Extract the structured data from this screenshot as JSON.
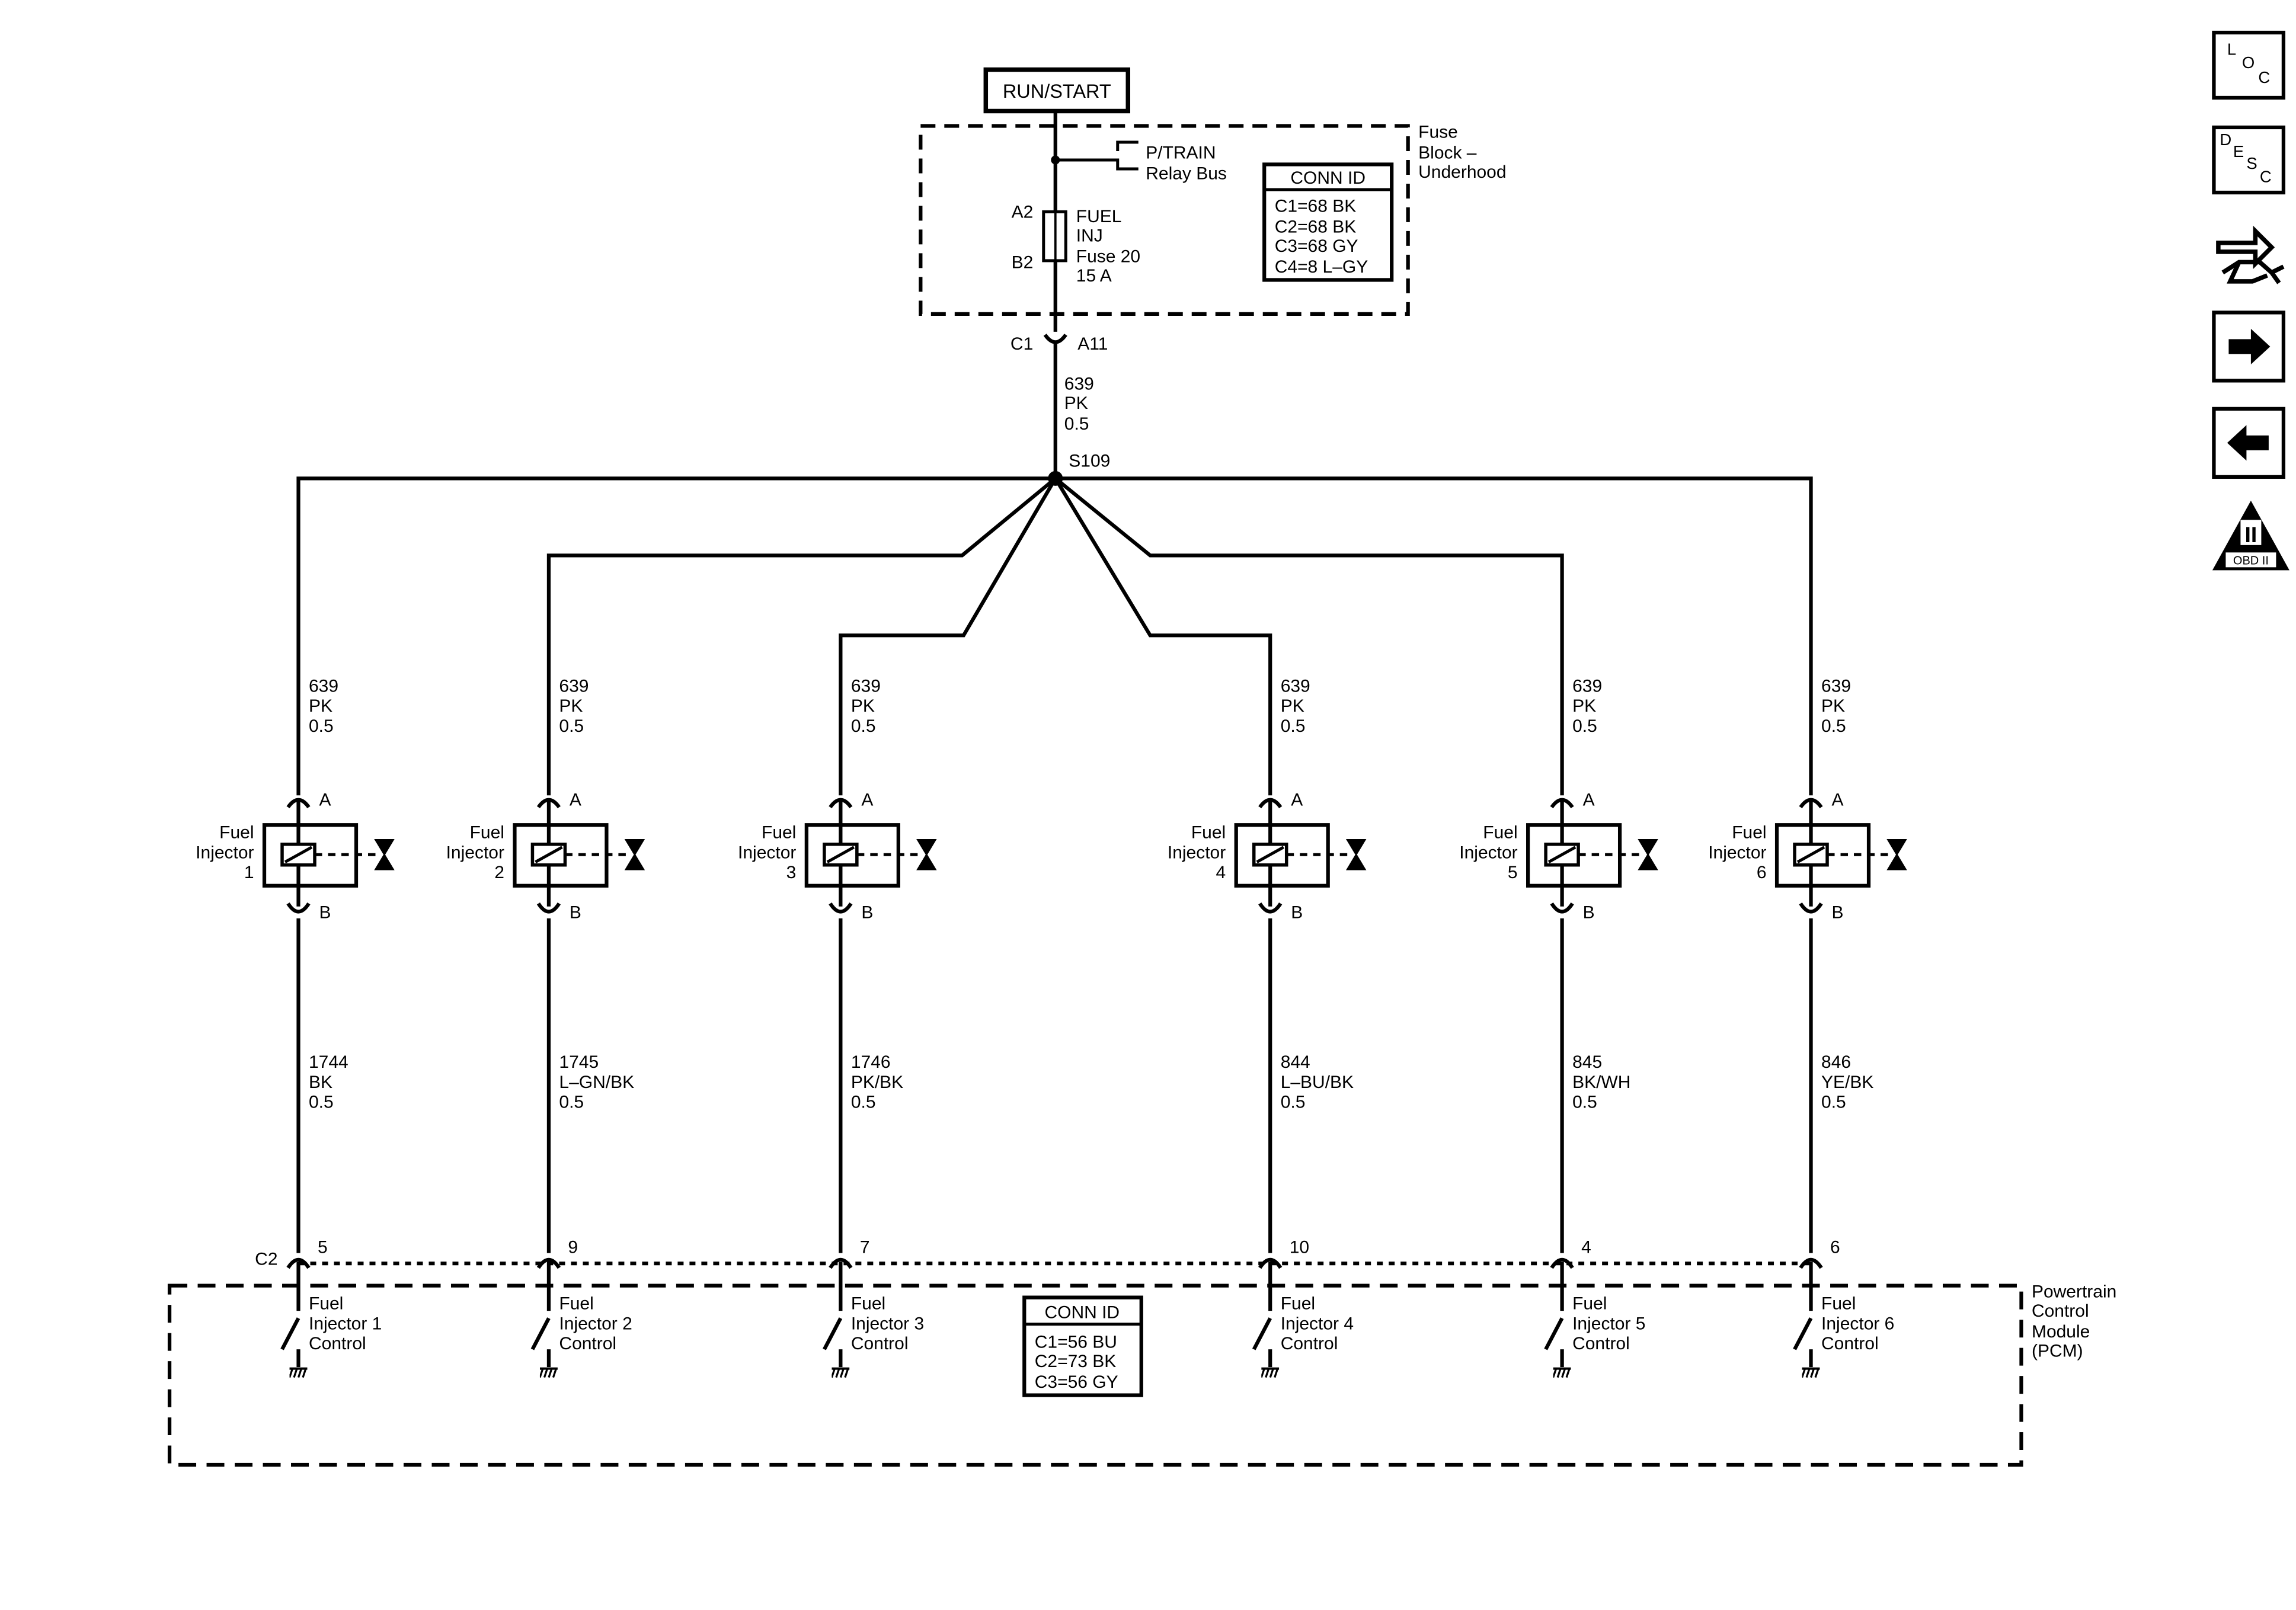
{
  "power": {
    "label": "RUN/START"
  },
  "fuse_block": {
    "name_lines": [
      "Fuse",
      "Block –",
      "Underhood"
    ],
    "bus_lines": [
      "P/TRAIN",
      "Relay Bus"
    ],
    "fuse_pin_top": "A2",
    "fuse_pin_bottom": "B2",
    "fuse_lines": [
      "FUEL",
      "INJ",
      "Fuse 20",
      "15 A"
    ],
    "conn_id": {
      "title": "CONN ID",
      "lines": [
        "C1=68 BK",
        "C2=68 BK",
        "C3=68 GY",
        "C4=8 L–GY"
      ]
    }
  },
  "feed": {
    "connector": "C1",
    "pin": "A11",
    "wire": [
      "639",
      "PK",
      "0.5"
    ],
    "splice": "S109"
  },
  "injectors": [
    {
      "name_lines": [
        "Fuel",
        "Injector",
        "1"
      ],
      "pin_a": "A",
      "pin_b": "B",
      "supply_wire": [
        "639",
        "PK",
        "0.5"
      ],
      "control_wire": [
        "1744",
        "BK",
        "0.5"
      ],
      "pcm_pin": "5",
      "pcm_label": [
        "Fuel",
        "Injector 1",
        "Control"
      ]
    },
    {
      "name_lines": [
        "Fuel",
        "Injector",
        "2"
      ],
      "pin_a": "A",
      "pin_b": "B",
      "supply_wire": [
        "639",
        "PK",
        "0.5"
      ],
      "control_wire": [
        "1745",
        "L–GN/BK",
        "0.5"
      ],
      "pcm_pin": "9",
      "pcm_label": [
        "Fuel",
        "Injector 2",
        "Control"
      ]
    },
    {
      "name_lines": [
        "Fuel",
        "Injector",
        "3"
      ],
      "pin_a": "A",
      "pin_b": "B",
      "supply_wire": [
        "639",
        "PK",
        "0.5"
      ],
      "control_wire": [
        "1746",
        "PK/BK",
        "0.5"
      ],
      "pcm_pin": "7",
      "pcm_label": [
        "Fuel",
        "Injector 3",
        "Control"
      ]
    },
    {
      "name_lines": [
        "Fuel",
        "Injector",
        "4"
      ],
      "pin_a": "A",
      "pin_b": "B",
      "supply_wire": [
        "639",
        "PK",
        "0.5"
      ],
      "control_wire": [
        "844",
        "L–BU/BK",
        "0.5"
      ],
      "pcm_pin": "10",
      "pcm_label": [
        "Fuel",
        "Injector 4",
        "Control"
      ]
    },
    {
      "name_lines": [
        "Fuel",
        "Injector",
        "5"
      ],
      "pin_a": "A",
      "pin_b": "B",
      "supply_wire": [
        "639",
        "PK",
        "0.5"
      ],
      "control_wire": [
        "845",
        "BK/WH",
        "0.5"
      ],
      "pcm_pin": "4",
      "pcm_label": [
        "Fuel",
        "Injector 5",
        "Control"
      ]
    },
    {
      "name_lines": [
        "Fuel",
        "Injector",
        "6"
      ],
      "pin_a": "A",
      "pin_b": "B",
      "supply_wire": [
        "639",
        "PK",
        "0.5"
      ],
      "control_wire": [
        "846",
        "YE/BK",
        "0.5"
      ],
      "pcm_pin": "6",
      "pcm_label": [
        "Fuel",
        "Injector 6",
        "Control"
      ]
    }
  ],
  "pcm": {
    "connector": "C2",
    "name_lines": [
      "Powertrain",
      "Control",
      "Module",
      "(PCM)"
    ],
    "conn_id": {
      "title": "CONN ID",
      "lines": [
        "C1=56 BU",
        "C2=73 BK",
        "C3=56 GY"
      ]
    }
  },
  "nav": {
    "loc": [
      "L",
      "O",
      "C"
    ],
    "desc": [
      "D",
      "E",
      "S",
      "C"
    ],
    "obd": {
      "numeral": "II",
      "label": "OBD II"
    },
    "icons": [
      "loc-button-icon",
      "desc-button-icon",
      "wrench-arrow-icon",
      "next-arrow-icon",
      "previous-arrow-icon",
      "obd-ii-icon"
    ]
  }
}
